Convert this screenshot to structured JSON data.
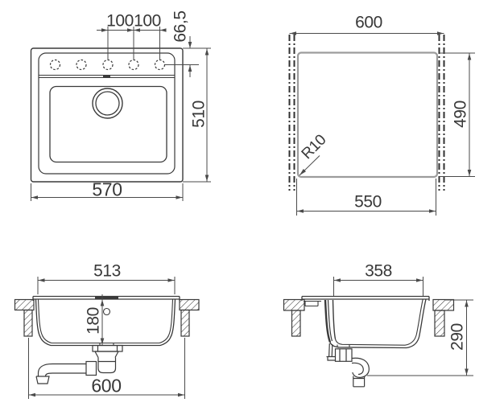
{
  "drawing": {
    "type": "sink-installation-technical-drawing",
    "colors": {
      "object_line": "#3a3a3a",
      "dimension_line": "#4a4a4a",
      "cutout_line": "#9c9c9c",
      "centerline": "#303030",
      "background": "#ffffff"
    }
  },
  "views": {
    "top": {
      "name": "top-view",
      "d100a": "100",
      "d100b": "100",
      "d665": "66,5",
      "d510": "510",
      "d570": "570"
    },
    "cutout": {
      "name": "worktop-cutout-view",
      "d600": "600",
      "dR10": "R10",
      "d490": "490",
      "d550": "550"
    },
    "front": {
      "name": "front-section-view",
      "d513": "513",
      "d180": "180",
      "d600": "600"
    },
    "side": {
      "name": "side-section-view",
      "d358": "358",
      "d290": "290"
    }
  }
}
